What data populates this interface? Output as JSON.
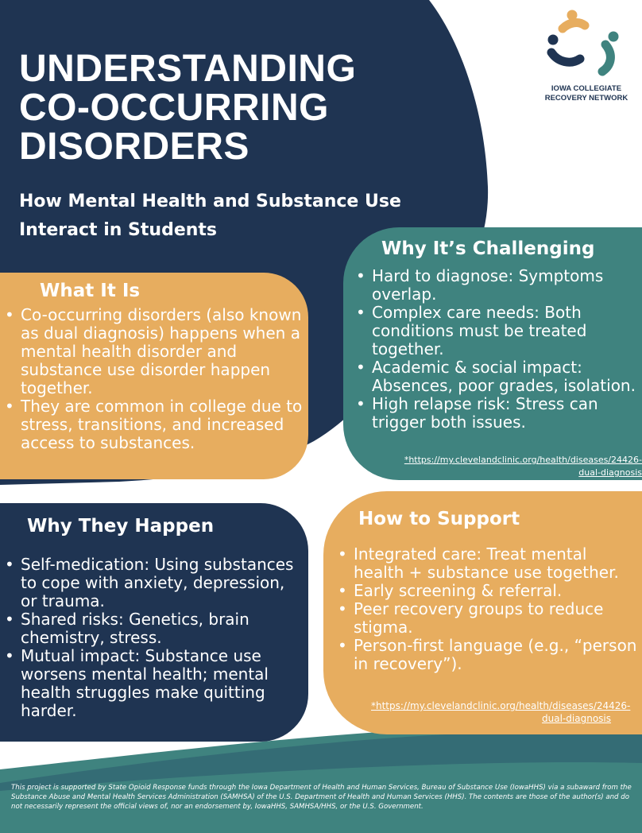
{
  "header": {
    "title_lines": [
      "UNDERSTANDING",
      "CO-OCCURRING",
      "DISORDERS"
    ],
    "subtitle": "How Mental Health and Substance Use Interact in Students"
  },
  "logo": {
    "lines": [
      "IOWA COLLEGIATE",
      "RECOVERY NETWORK"
    ],
    "colors": {
      "gold": "#e7ad5f",
      "navy": "#1f3452",
      "teal": "#3f837f"
    }
  },
  "sections": {
    "what_it_is": {
      "heading": "What It Is",
      "items": [
        "Co-occurring disorders (also known as dual diagnosis) happens when a mental health disorder and substance use disorder happen together.",
        "They are common in college due to stress, transitions, and increased access to substances."
      ]
    },
    "why_challenging": {
      "heading": "Why It’s Challenging",
      "items": [
        "Hard to diagnose: Symptoms overlap.",
        "Complex care needs: Both conditions must be treated together.",
        "Academic & social impact: Absences, poor grades, isolation.",
        "High relapse risk: Stress can trigger both issues."
      ],
      "source": "*https://my.clevelandclinic.org/health/diseases/24426-dual-diagnosis"
    },
    "why_they_happen": {
      "heading": "Why They Happen",
      "items": [
        "Self-medication: Using substances to cope with anxiety, depression, or trauma.",
        "Shared risks: Genetics, brain chemistry, stress.",
        "Mutual impact: Substance use worsens mental health; mental health struggles make quitting harder."
      ]
    },
    "how_to_support": {
      "heading": "How to Support",
      "items": [
        "Integrated care: Treat mental health + substance use together.",
        "Early screening & referral.",
        "Peer recovery groups to reduce stigma.",
        "Person-first language (e.g., “person in recovery”)."
      ],
      "source": "*https://my.clevelandclinic.org/health/diseases/24426-dual-diagnosis"
    }
  },
  "footer": {
    "disclaimer": "This project is supported by State Opioid Response funds through the Iowa Department of Health and Human Services, Bureau of Substance Use (IowaHHS) via a subaward from the Substance Abuse and Mental Health Services Administration (SAMHSA) of the U.S. Department of Health and Human Services (HHS). The contents are those of the author(s) and do not necessarily represent the official views of, nor an endorsement by, IowaHHS, SAMHSA/HHS, or the U.S. Government."
  },
  "colors": {
    "navy": "#1f3452",
    "teal": "#3f837f",
    "gold": "#e7ad5f",
    "white": "#ffffff"
  }
}
